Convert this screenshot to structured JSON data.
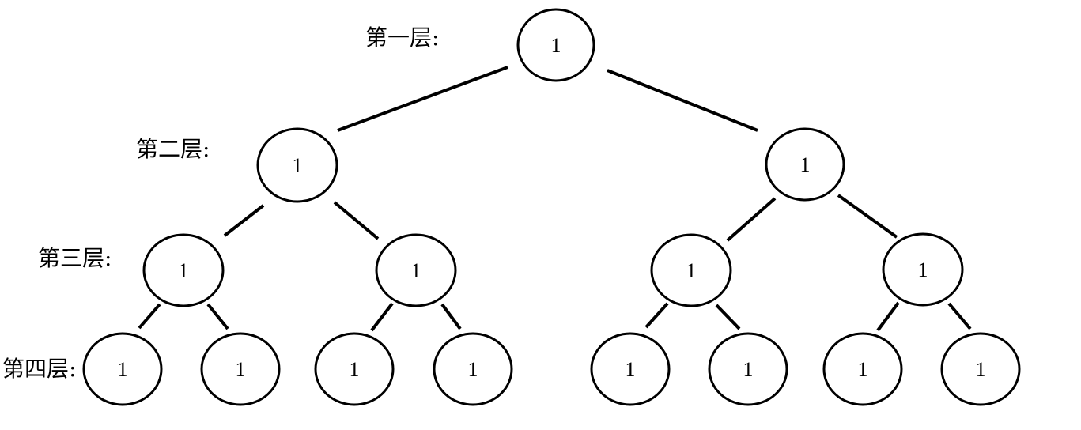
{
  "levels": [
    {
      "label": "第一层:"
    },
    {
      "label": "第二层:"
    },
    {
      "label": "第三层:"
    },
    {
      "label": "第四层:"
    }
  ],
  "nodes": [
    {
      "value": "1"
    },
    {
      "value": "1"
    },
    {
      "value": "1"
    },
    {
      "value": "1"
    },
    {
      "value": "1"
    },
    {
      "value": "1"
    },
    {
      "value": "1"
    },
    {
      "value": "1"
    },
    {
      "value": "1"
    },
    {
      "value": "1"
    },
    {
      "value": "1"
    },
    {
      "value": "1"
    },
    {
      "value": "1"
    },
    {
      "value": "1"
    },
    {
      "value": "1"
    }
  ],
  "colors": {
    "stroke": "#000000",
    "background": "#ffffff"
  }
}
